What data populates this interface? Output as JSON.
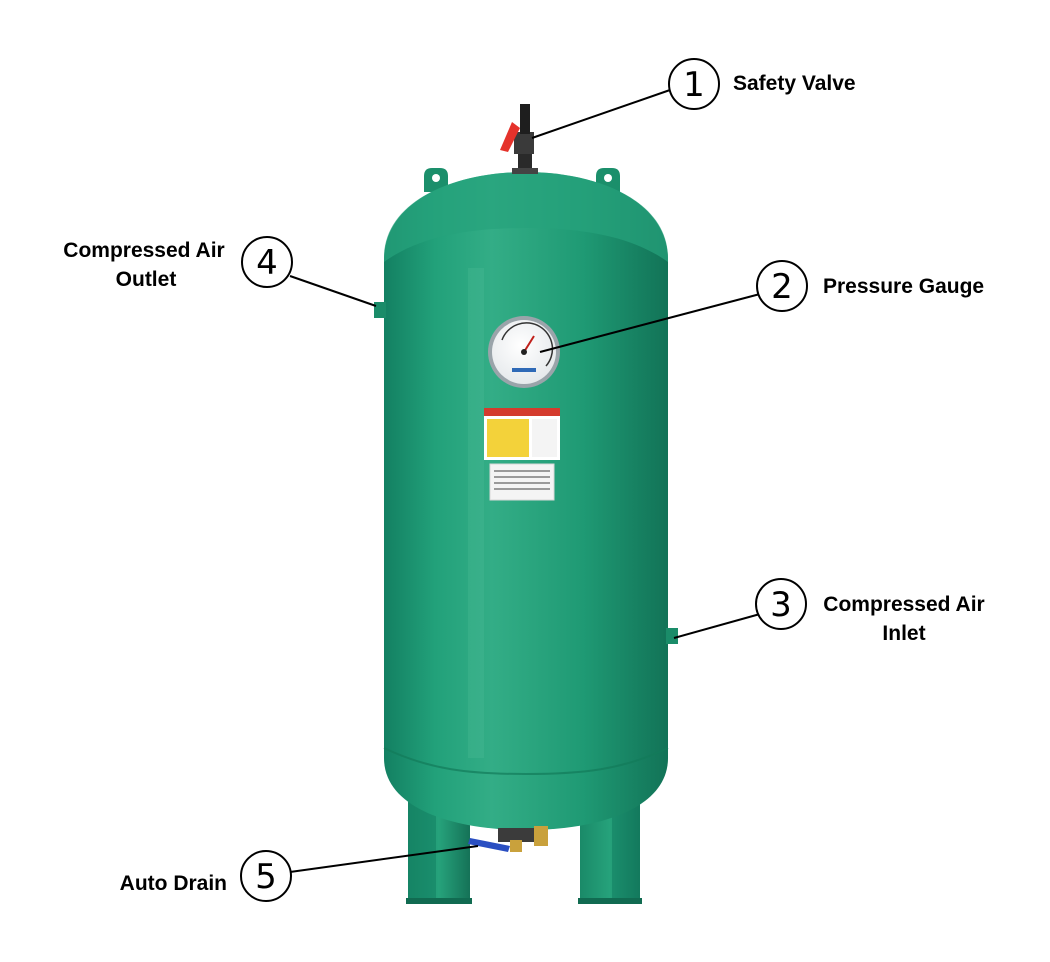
{
  "colors": {
    "tank_body": "#1f9a74",
    "tank_shadow": "#137a5a",
    "tank_highlight": "#4fc09a",
    "valve_lever": "#e5322b",
    "drain_handle": "#2a4fc2",
    "brass": "#c9a13c",
    "label_yellow": "#f3d23a"
  },
  "callouts": [
    {
      "number": "1",
      "label_lines": [
        "Safety Valve"
      ]
    },
    {
      "number": "2",
      "label_lines": [
        "Pressure Gauge"
      ]
    },
    {
      "number": "3",
      "label_lines": [
        "Compressed Air",
        "Inlet"
      ]
    },
    {
      "number": "4",
      "label_lines": [
        "Compressed Air",
        "Outlet"
      ]
    },
    {
      "number": "5",
      "label_lines": [
        "Auto Drain"
      ]
    }
  ]
}
